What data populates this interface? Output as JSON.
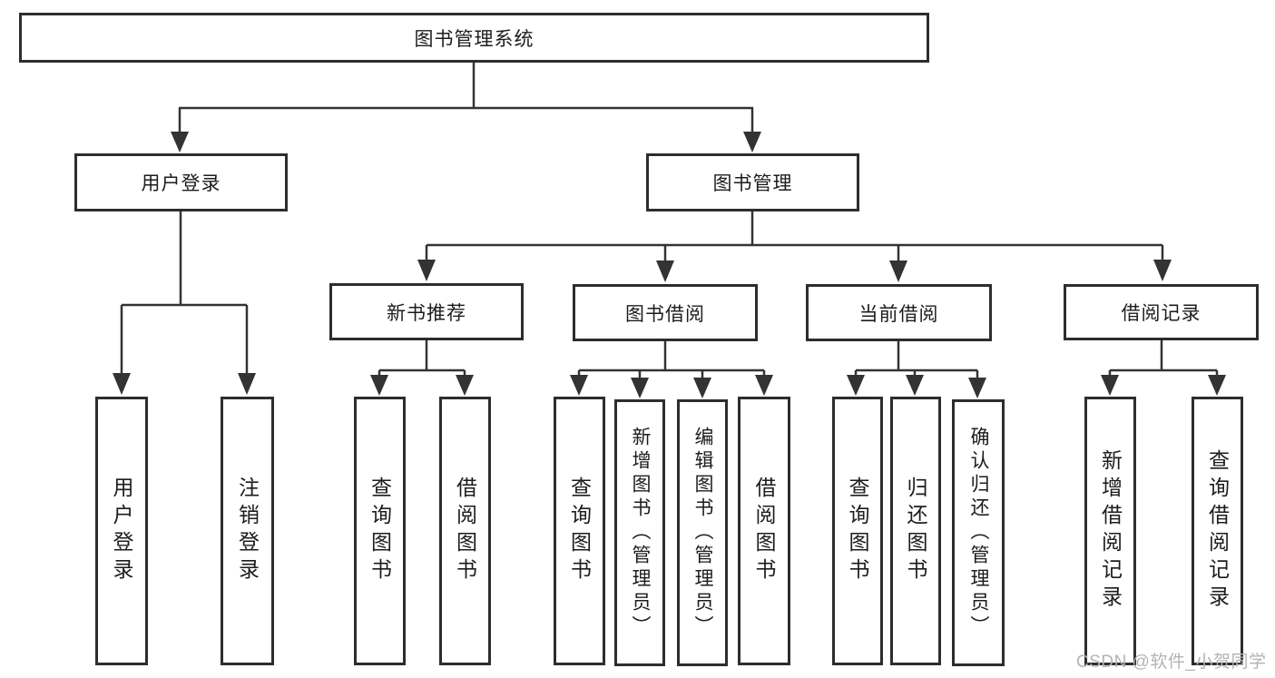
{
  "tree": {
    "root": {
      "label": "图书管理系统"
    },
    "branches": [
      {
        "label": "用户登录",
        "leaves": [
          "用户登录",
          "注销登录"
        ]
      },
      {
        "label": "图书管理",
        "groups": [
          {
            "label": "新书推荐",
            "leaves": [
              "查询图书",
              "借阅图书"
            ]
          },
          {
            "label": "图书借阅",
            "leaves": [
              "查询图书",
              "新增图书（管理员）",
              "编辑图书（管理员）",
              "借阅图书"
            ]
          },
          {
            "label": "当前借阅",
            "leaves": [
              "查询图书",
              "归还图书",
              "确认归还（管理员）"
            ]
          },
          {
            "label": "借阅记录",
            "leaves": [
              "新增借阅记录",
              "查询借阅记录"
            ]
          }
        ]
      }
    ]
  },
  "watermark": "CSDN @软件_小贺同学",
  "colors": {
    "line": "#333333",
    "box_border": "#2d2d2d",
    "text": "#1c1c1c",
    "watermark": "#b3b3b3",
    "background": "#ffffff"
  }
}
